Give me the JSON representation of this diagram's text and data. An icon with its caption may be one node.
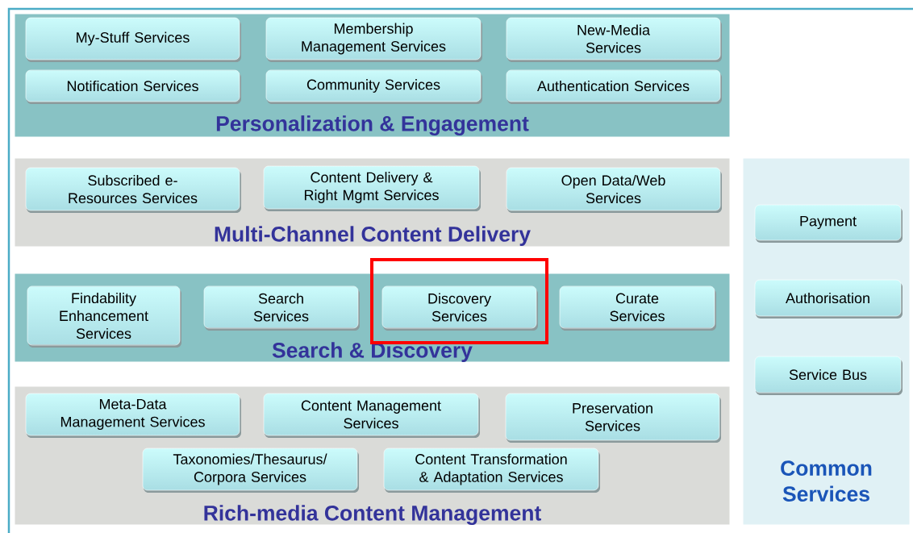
{
  "diagram": {
    "nodes": [
      {
        "text": [
          "Personalization & Engagement"
        ]
      },
      {
        "text": [
          "My-Stuff Services"
        ],
        "in": 0
      },
      {
        "text": [
          "Membership Management Services"
        ],
        "in": 0
      },
      {
        "text": [
          "New-Media Services"
        ],
        "in": 0
      },
      {
        "text": [
          "Notification Services"
        ],
        "in": 0
      },
      {
        "text": [
          "Community Services"
        ],
        "in": 0
      },
      {
        "text": [
          "Authentication Services"
        ],
        "in": 0
      },
      {
        "text": [
          "Multi-Channel Content Delivery"
        ]
      },
      {
        "text": [
          "Subscribed e-Resources Services"
        ],
        "in": 7
      },
      {
        "text": [
          "Content Delivery & Right Mgmt Services"
        ],
        "in": 7
      },
      {
        "text": [
          "Open Data/Web Services"
        ],
        "in": 7
      },
      {
        "text": [
          "Search & Discovery"
        ]
      },
      {
        "text": [
          "Findability Enhancement Services"
        ],
        "in": 11
      },
      {
        "text": [
          "Search Services"
        ],
        "in": 11
      },
      {
        "text": [
          "Discovery Services"
        ],
        "in": 11
      },
      {
        "text": [
          "Curate Services"
        ],
        "in": 11
      },
      {
        "text": [
          "Rich-media Content Management"
        ]
      },
      {
        "text": [
          "Meta-Data Management Services"
        ],
        "in": 16
      },
      {
        "text": [
          "Content Management Services"
        ],
        "in": 16
      },
      {
        "text": [
          "Preservation Services"
        ],
        "in": 16
      },
      {
        "text": [
          "Taxonomies/Thesaurus/ Corpora Services"
        ],
        "in": 16
      },
      {
        "text": [
          "Content Transformation & Adaptation Services"
        ],
        "in": 16
      },
      {
        "text": [
          "Common Services"
        ]
      },
      {
        "text": [
          "Payment"
        ],
        "in": 22
      },
      {
        "text": [
          "Authorisation"
        ],
        "in": 22
      },
      {
        "text": [
          "Service Bus"
        ],
        "in": 22
      }
    ]
  }
}
